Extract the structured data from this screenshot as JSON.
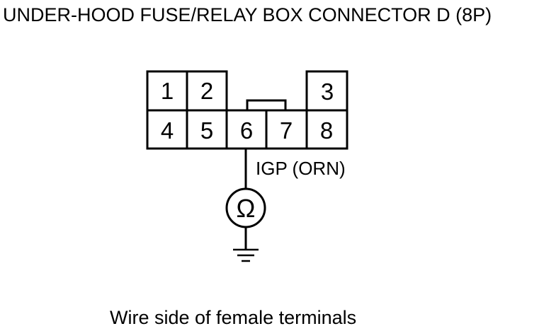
{
  "title": "UNDER-HOOD FUSE/RELAY BOX CONNECTOR D (8P)",
  "caption": "Wire side of female terminals",
  "connector": {
    "pins_top": [
      "1",
      "2",
      "3"
    ],
    "pins_bottom": [
      "4",
      "5",
      "6",
      "7",
      "8"
    ]
  },
  "wire_label": "IGP (ORN)",
  "meter": {
    "symbol": "Ω",
    "icon": "ohmmeter-icon"
  },
  "ground_icon": "ground-icon"
}
